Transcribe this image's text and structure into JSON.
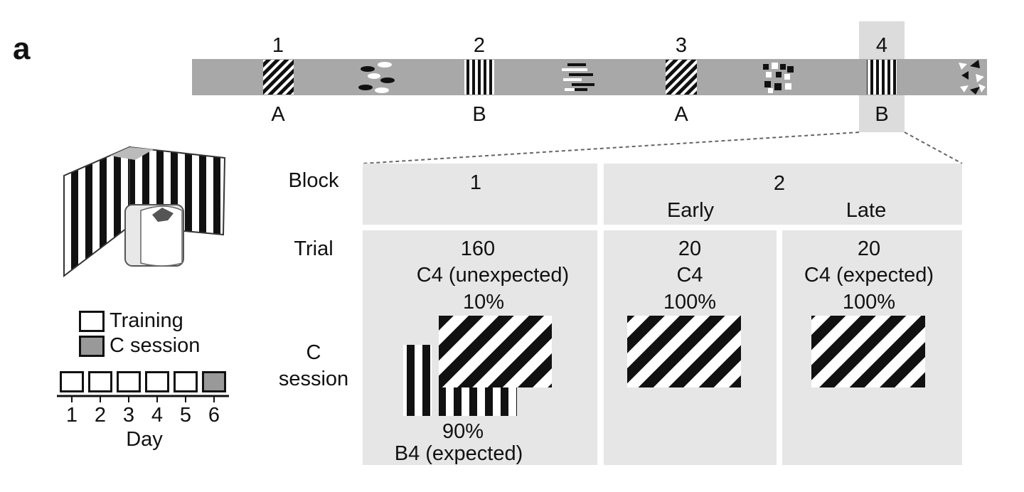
{
  "panel_label": "a",
  "track": {
    "positions": [
      "1",
      "2",
      "3",
      "4"
    ],
    "letters": [
      "A",
      "B",
      "A",
      "B"
    ]
  },
  "table": {
    "row_block": "Block",
    "row_trial": "Trial",
    "row_c_session": [
      "C",
      "session"
    ],
    "block1": "1",
    "block2": "2",
    "early": "Early",
    "late": "Late",
    "col1": {
      "trials": "160",
      "stim": "C4 (unexpected)",
      "pct_top": "10%",
      "pct_bottom": "90%",
      "stim_bottom": "B4 (expected)"
    },
    "col2": {
      "trials": "20",
      "stim": "C4",
      "pct": "100%"
    },
    "col3": {
      "trials": "20",
      "stim": "C4 (expected)",
      "pct": "100%"
    }
  },
  "legend": {
    "training": "Training",
    "c_session": "C session"
  },
  "days": {
    "labels": [
      "1",
      "2",
      "3",
      "4",
      "5",
      "6"
    ],
    "axis_label": "Day"
  },
  "colors": {
    "track": "#a8a8a8",
    "panel": "#e6e6e6",
    "highlight": "#dcdcdc",
    "c_session": "#999999"
  }
}
